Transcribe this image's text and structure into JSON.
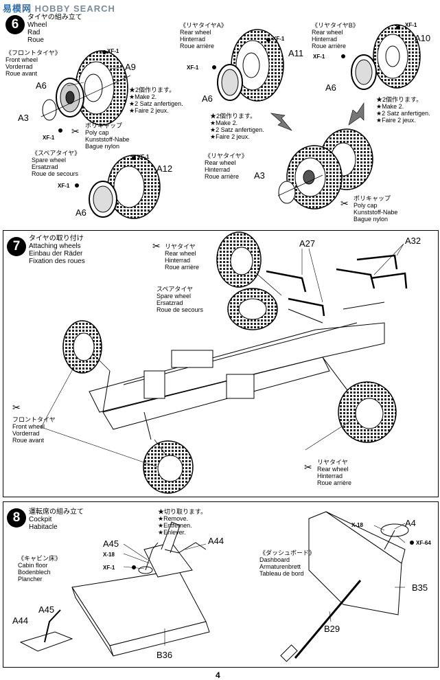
{
  "watermark": {
    "logo_text": "易",
    "brand_cn": "模网",
    "brand_en": "HOBBY SEARCH"
  },
  "step6": {
    "number": "6",
    "title": [
      "タイヤの組み立て",
      "Wheel",
      "Rad",
      "Roue"
    ],
    "front_label": [
      "《フロントタイヤ》",
      "Front wheel",
      "Vorderrad",
      "Roue avant"
    ],
    "rear_a_label": [
      "《リヤタイヤA》",
      "Rear wheel",
      "Hinterrad",
      "Roue arrière"
    ],
    "rear_b_label": [
      "《リヤタイヤB》",
      "Rear wheel",
      "Hinterrad",
      "Roue arrière"
    ],
    "spare_label": [
      "《スペアタイヤ》",
      "Spare wheel",
      "Ersatzrad",
      "Roue de secours"
    ],
    "rear_c_label": [
      "《リヤタイヤ》",
      "Rear wheel",
      "Hinterrad",
      "Roue arrière"
    ],
    "make2": [
      "★2個作ります。",
      "★Make 2.",
      "★2 Satz anfertigen.",
      "★Faire 2 jeux."
    ],
    "polycap": [
      "ポリキャップ",
      "Poly cap",
      "Kunststoff-Nabe",
      "Bague nylon"
    ],
    "parts": {
      "a9": "A9",
      "a6": "A6",
      "a3": "A3",
      "a11": "A11",
      "a10": "A10",
      "a12": "A12",
      "xf1": "XF-1"
    }
  },
  "step7": {
    "number": "7",
    "title": [
      "タイヤの取り付け",
      "Attaching wheels",
      "Einbau der Räder",
      "Fixation des roues"
    ],
    "rear_label": [
      "リヤタイヤ",
      "Rear wheel",
      "Hinterrad",
      "Roue arrière"
    ],
    "spare_label": [
      "スペアタイヤ",
      "Spare wheel",
      "Ersatzrad",
      "Roue de secours"
    ],
    "front_label": [
      "フロントタイヤ",
      "Front wheel",
      "Vorderrad",
      "Roue avant"
    ],
    "parts": {
      "a27": "A27",
      "a32": "A32"
    }
  },
  "step8": {
    "number": "8",
    "title": [
      "運転席の組み立て",
      "Cockpit",
      "Habitacle"
    ],
    "cut": [
      "★切り取ります。",
      "★Remove.",
      "★Entfernen.",
      "★Enlever."
    ],
    "cabin_label": [
      "《キャビン床》",
      "Cabin floor",
      "Bodenblech",
      "Plancher"
    ],
    "dash_label": [
      "《ダッシュボード》",
      "Dashboard",
      "Armaturenbrett",
      "Tableau de bord"
    ],
    "parts": {
      "a45": "A45",
      "a44": "A44",
      "b36": "B36",
      "a4": "A4",
      "b35": "B35",
      "b29": "B29",
      "x18": "X-18",
      "xf1": "XF-1",
      "xf64": "XF-64"
    }
  },
  "page_number": "4"
}
